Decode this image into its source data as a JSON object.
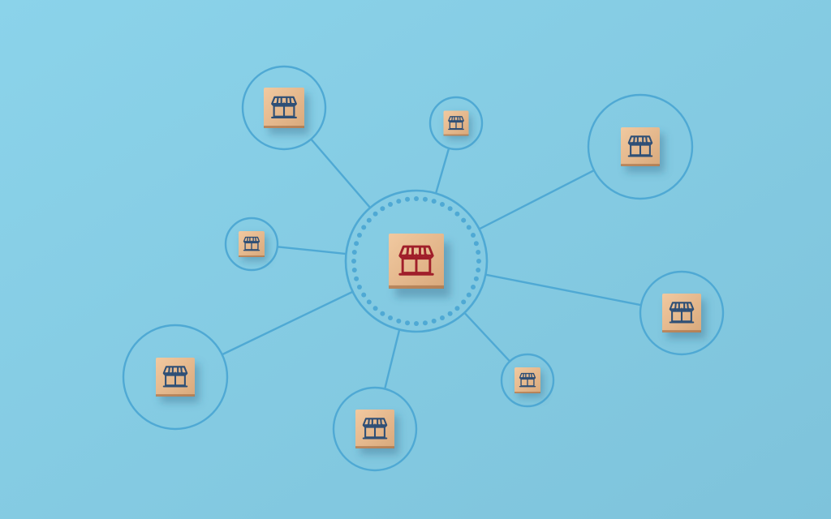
{
  "scene": {
    "background_color": "#8bd3ea",
    "background_shade": "#7ec3db",
    "line_color": "#4fa9d4",
    "wood_light": "#f1c9a0",
    "wood_dark": "#d9a97c",
    "shop_icon_color": "#2e4f76",
    "hub_icon_color": "#a01f2a"
  },
  "hub": {
    "icon": "storefront-icon",
    "ring_style": "dotted"
  },
  "satellites": [
    {
      "id": "top-left",
      "icon": "storefront-icon"
    },
    {
      "id": "top-center",
      "icon": "storefront-icon"
    },
    {
      "id": "top-right",
      "icon": "storefront-icon"
    },
    {
      "id": "middle-left",
      "icon": "storefront-icon"
    },
    {
      "id": "middle-right",
      "icon": "storefront-icon"
    },
    {
      "id": "bottom-left",
      "icon": "storefront-icon"
    },
    {
      "id": "bottom-center",
      "icon": "storefront-icon"
    },
    {
      "id": "bottom-right-small",
      "icon": "storefront-icon"
    }
  ]
}
